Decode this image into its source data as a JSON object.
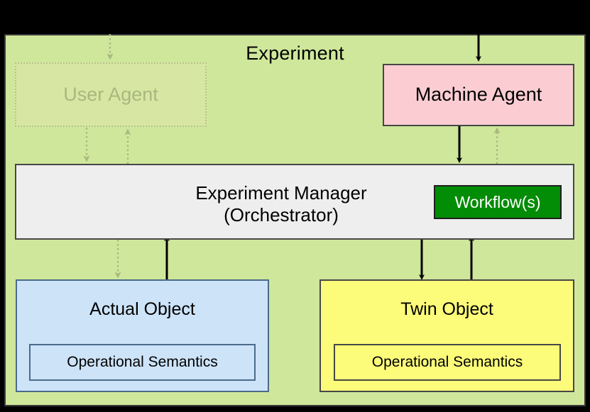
{
  "diagram": {
    "title": "Experiment",
    "background_color": "#000000",
    "container_color": "#cfe79b",
    "nodes": {
      "user_agent": {
        "label": "User Agent",
        "color": "#dee8aa",
        "text_color": "#aab77f",
        "style": "faded-dotted"
      },
      "machine_agent": {
        "label": "Machine Agent",
        "color": "#fbcdd2",
        "text_color": "#000000",
        "style": "solid"
      },
      "experiment_manager": {
        "label_line1": "Experiment Manager",
        "label_line2": "(Orchestrator)",
        "color": "#eeeeee",
        "text_color": "#000000",
        "style": "solid"
      },
      "workflow": {
        "label": "Workflow(s)",
        "color": "#038c06",
        "text_color": "#ffffff",
        "style": "solid"
      },
      "actual_object": {
        "label": "Actual Object",
        "color": "#cde3f8",
        "text_color": "#000000",
        "style": "solid",
        "inner_label": "Operational Semantics"
      },
      "twin_object": {
        "label": "Twin Object",
        "color": "#fdfb7a",
        "text_color": "#000000",
        "style": "solid",
        "inner_label": "Operational Semantics"
      }
    },
    "edges": [
      {
        "name": "external-to-user-agent",
        "style": "dotted",
        "color": "#aab77f",
        "direction": "down"
      },
      {
        "name": "external-to-machine-agent",
        "style": "solid",
        "color": "#000000",
        "direction": "down"
      },
      {
        "name": "user-agent-to-experiment-manager",
        "style": "dotted",
        "color": "#aab77f",
        "direction": "down"
      },
      {
        "name": "experiment-manager-to-user-agent",
        "style": "dotted",
        "color": "#aab77f",
        "direction": "up"
      },
      {
        "name": "machine-agent-to-experiment-manager",
        "style": "solid",
        "color": "#000000",
        "direction": "down"
      },
      {
        "name": "experiment-manager-to-machine-agent",
        "style": "dotted",
        "color": "#aab77f",
        "direction": "up"
      },
      {
        "name": "experiment-manager-to-actual-object",
        "style": "dotted",
        "color": "#aab77f",
        "direction": "down"
      },
      {
        "name": "actual-object-to-experiment-manager",
        "style": "solid",
        "color": "#000000",
        "direction": "up"
      },
      {
        "name": "experiment-manager-to-twin-object",
        "style": "solid",
        "color": "#000000",
        "direction": "down"
      },
      {
        "name": "twin-object-to-experiment-manager",
        "style": "solid",
        "color": "#000000",
        "direction": "up"
      }
    ]
  }
}
